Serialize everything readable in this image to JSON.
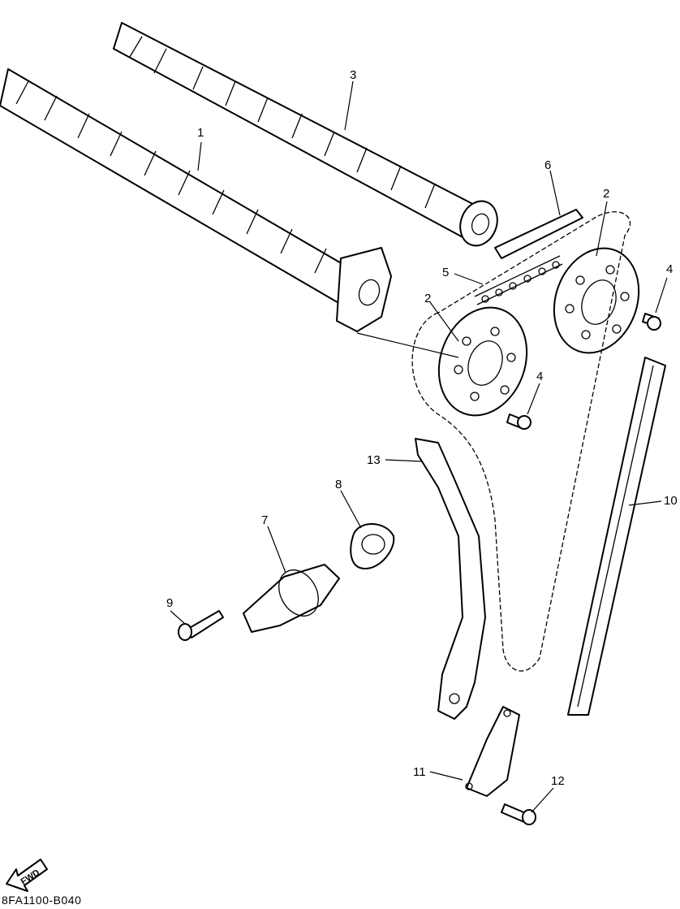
{
  "callouts": {
    "c1": "1",
    "c2a": "2",
    "c2b": "2",
    "c3": "3",
    "c4a": "4",
    "c4b": "4",
    "c5": "5",
    "c6": "6",
    "c7": "7",
    "c8": "8",
    "c9": "9",
    "c10": "10",
    "c11": "11",
    "c12": "12",
    "c13": "13"
  },
  "fwd_label": "FWD",
  "figure_code": "8FA1100-B040"
}
